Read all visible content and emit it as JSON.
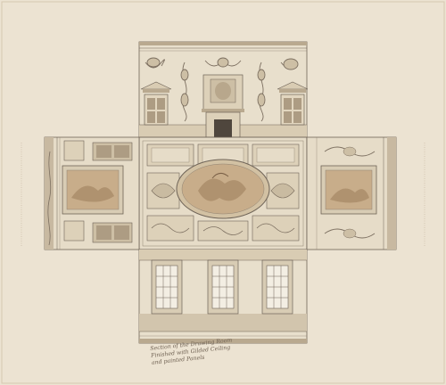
{
  "caption": {
    "line1": "Section of the Drawing Room",
    "line2": "Finished with Gilded Ceiling",
    "line3": "and painted Panels"
  },
  "colors": {
    "paper": "#ece3d2",
    "wash": "#e3d8c3",
    "ink": "#6e6357",
    "shadow": "#c8b9a1",
    "painting": "#c8ad8a"
  }
}
